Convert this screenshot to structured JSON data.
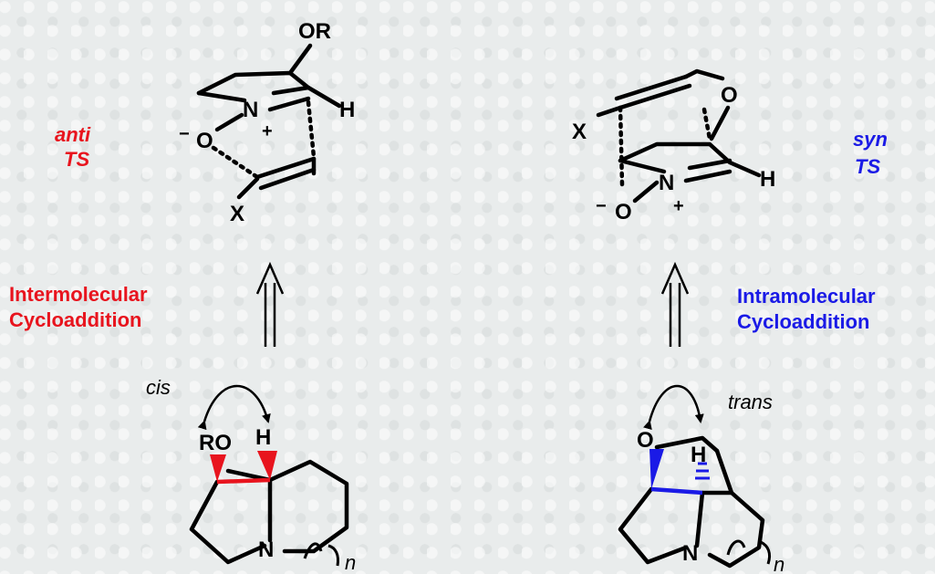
{
  "left": {
    "ts_label_1": "anti",
    "ts_label_2": "TS",
    "reaction_1": "Intermolecular",
    "reaction_2": "Cycloaddition",
    "stereo": "cis",
    "atoms": {
      "or": "OR",
      "n": "N",
      "h": "H",
      "o": "O",
      "x": "X",
      "minus": "−",
      "plus": "+",
      "ro": "RO",
      "h2": "H",
      "n2": "N",
      "sub_n": "n"
    },
    "color": "#e8141e"
  },
  "right": {
    "ts_label_1": "syn",
    "ts_label_2": "TS",
    "reaction_1": "Intramolecular",
    "reaction_2": "Cycloaddition",
    "stereo": "trans",
    "atoms": {
      "o": "O",
      "x": "X",
      "n": "N",
      "h": "H",
      "o2": "O",
      "minus": "−",
      "plus": "+",
      "o3": "O",
      "h2": "H",
      "n2": "N",
      "sub_n": "n"
    },
    "color": "#1a1ae6"
  }
}
